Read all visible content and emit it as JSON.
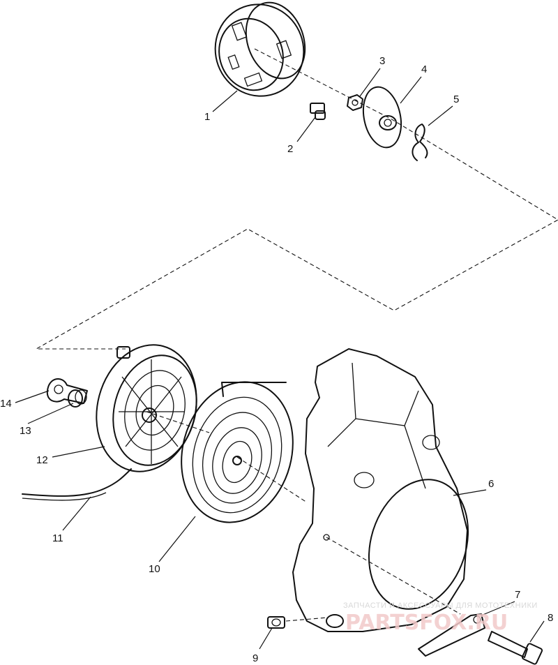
{
  "callouts": {
    "c1": "1",
    "c2": "2",
    "c3": "3",
    "c4": "4",
    "c5": "5",
    "c6": "6",
    "c7": "7",
    "c8": "8",
    "c9": "9",
    "c10": "10",
    "c11": "11",
    "c12": "12",
    "c13": "13",
    "c14": "14"
  },
  "watermark": {
    "tagline": "ЗАПЧАСТИ И АКСЕССУАРЫ ДЛЯ МОТОТЕХНИКИ",
    "brand": "PARTSFOX.RU"
  },
  "colors": {
    "line": "#111111",
    "background": "#ffffff",
    "watermark": "#f2c9c9"
  }
}
